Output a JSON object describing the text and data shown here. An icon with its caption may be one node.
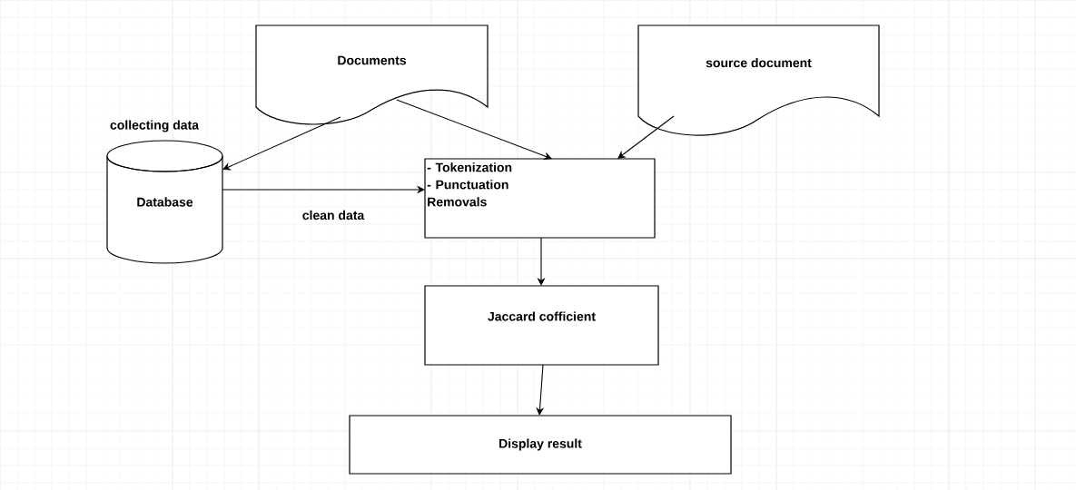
{
  "diagram": {
    "nodes": [
      {
        "text": [
          "Documents"
        ]
      },
      {
        "text": [
          "source document"
        ]
      },
      {
        "text": [
          "Database"
        ],
        "beside": [
          "collecting data"
        ]
      },
      {
        "text": [
          "- Tokenization",
          "- Punctuation Removals"
        ]
      },
      {
        "text": [
          "Jaccard  cofficient"
        ]
      },
      {
        "text": [
          "Display result"
        ]
      }
    ],
    "edges": [
      {
        "from": 0,
        "to": 2,
        "arrow": "to"
      },
      {
        "from": 0,
        "to": 3,
        "arrow": "to"
      },
      {
        "from": 1,
        "to": 3,
        "arrow": "to"
      },
      {
        "from": 2,
        "to": 3,
        "arrow": "to",
        "label": "clean data"
      },
      {
        "from": 3,
        "to": 4,
        "arrow": "to"
      },
      {
        "from": 4,
        "to": 5,
        "arrow": "to"
      }
    ]
  }
}
